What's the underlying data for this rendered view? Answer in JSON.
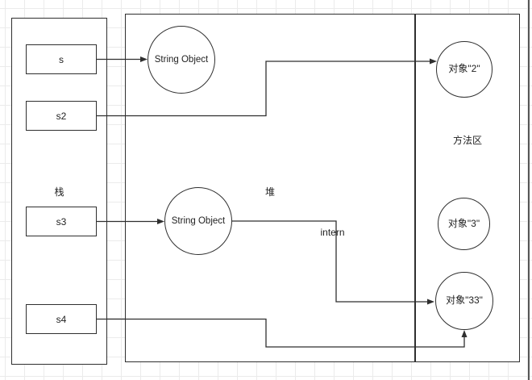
{
  "diagram": {
    "stack": {
      "label": "栈",
      "vars": [
        {
          "label": "s"
        },
        {
          "label": "s2"
        },
        {
          "label": "s3"
        },
        {
          "label": "s4"
        }
      ]
    },
    "heap": {
      "label": "堆",
      "intern_label": "intern",
      "objects": [
        {
          "label": "String Object"
        },
        {
          "label": "String Object"
        }
      ]
    },
    "method_area": {
      "label": "方法区",
      "objects": [
        {
          "label": "对象\"2\""
        },
        {
          "label": "对象\"3\""
        },
        {
          "label": "对象\"33\""
        }
      ]
    }
  },
  "colors": {
    "line": "#2f2f2f",
    "shape_border": "#2f2f2f",
    "shape_fill": "#ffffff",
    "grid": "#ebebeb"
  }
}
